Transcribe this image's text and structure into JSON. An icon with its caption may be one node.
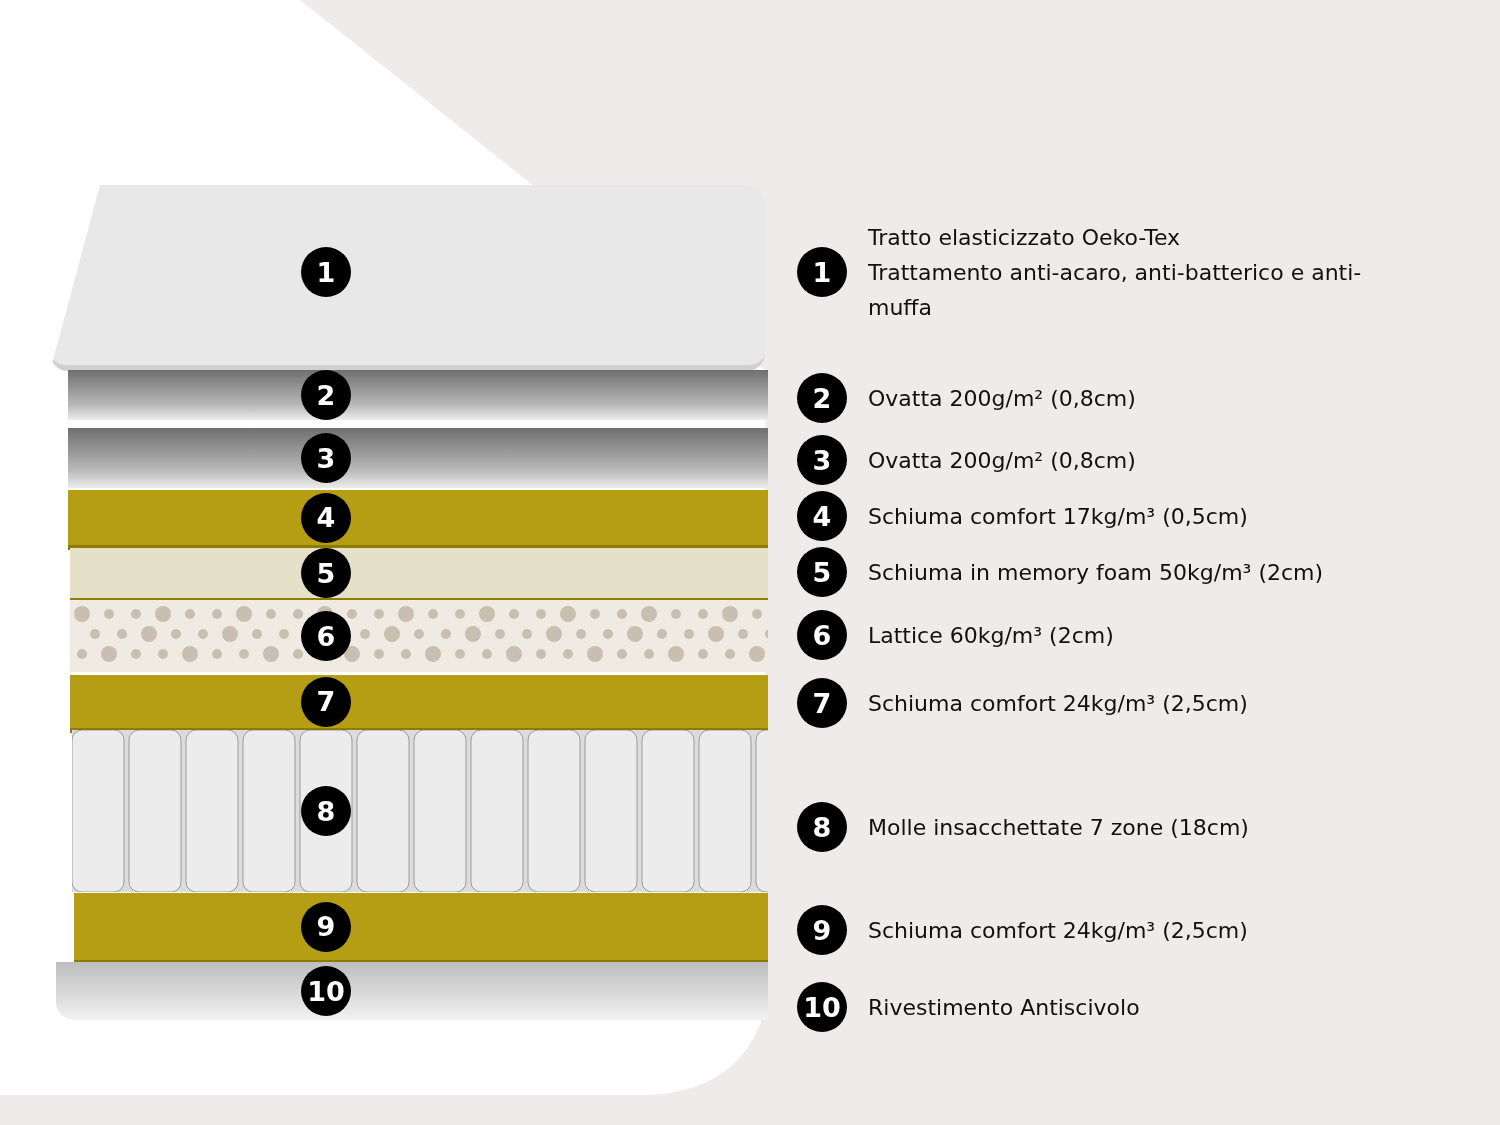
{
  "diagram": {
    "nodes": [
      {
        "text": [
          "1"
        ]
      },
      {
        "text": [
          "2"
        ]
      },
      {
        "text": [
          "3"
        ]
      },
      {
        "text": [
          "4"
        ]
      },
      {
        "text": [
          "5"
        ]
      },
      {
        "text": [
          "6"
        ]
      },
      {
        "text": [
          "7"
        ]
      },
      {
        "text": [
          "8"
        ]
      },
      {
        "text": [
          "9"
        ]
      },
      {
        "text": [
          "10"
        ]
      },
      {
        "text": [
          "1"
        ],
        "beside": [
          "Tratto elasticizzato Oeko-Tex",
          "Trattamento anti-acaro, anti-batterico e anti-muffa"
        ]
      },
      {
        "text": [
          "2"
        ],
        "beside": [
          "Ovatta 200g/m² (0,8cm)"
        ]
      },
      {
        "text": [
          "3"
        ],
        "beside": [
          "Ovatta 200g/m² (0,8cm)"
        ]
      },
      {
        "text": [
          "4"
        ],
        "beside": [
          "Schiuma comfort 17kg/m³ (0,5cm)"
        ]
      },
      {
        "text": [
          "5"
        ],
        "beside": [
          "Schiuma in memory foam 50kg/m³ (2cm)"
        ]
      },
      {
        "text": [
          "6"
        ],
        "beside": [
          "Lattice 60kg/m³ (2cm)"
        ]
      },
      {
        "text": [
          "7"
        ],
        "beside": [
          "Schiuma comfort 24kg/m³ (2,5cm)"
        ]
      },
      {
        "text": [
          "8"
        ],
        "beside": [
          "Molle insacchettate 7 zone (18cm)"
        ]
      },
      {
        "text": [
          "9"
        ],
        "beside": [
          "Schiuma comfort 24kg/m³ (2,5cm)"
        ]
      },
      {
        "text": [
          "10"
        ],
        "beside": [
          "Rivestimento Antiscivolo"
        ]
      }
    ]
  }
}
